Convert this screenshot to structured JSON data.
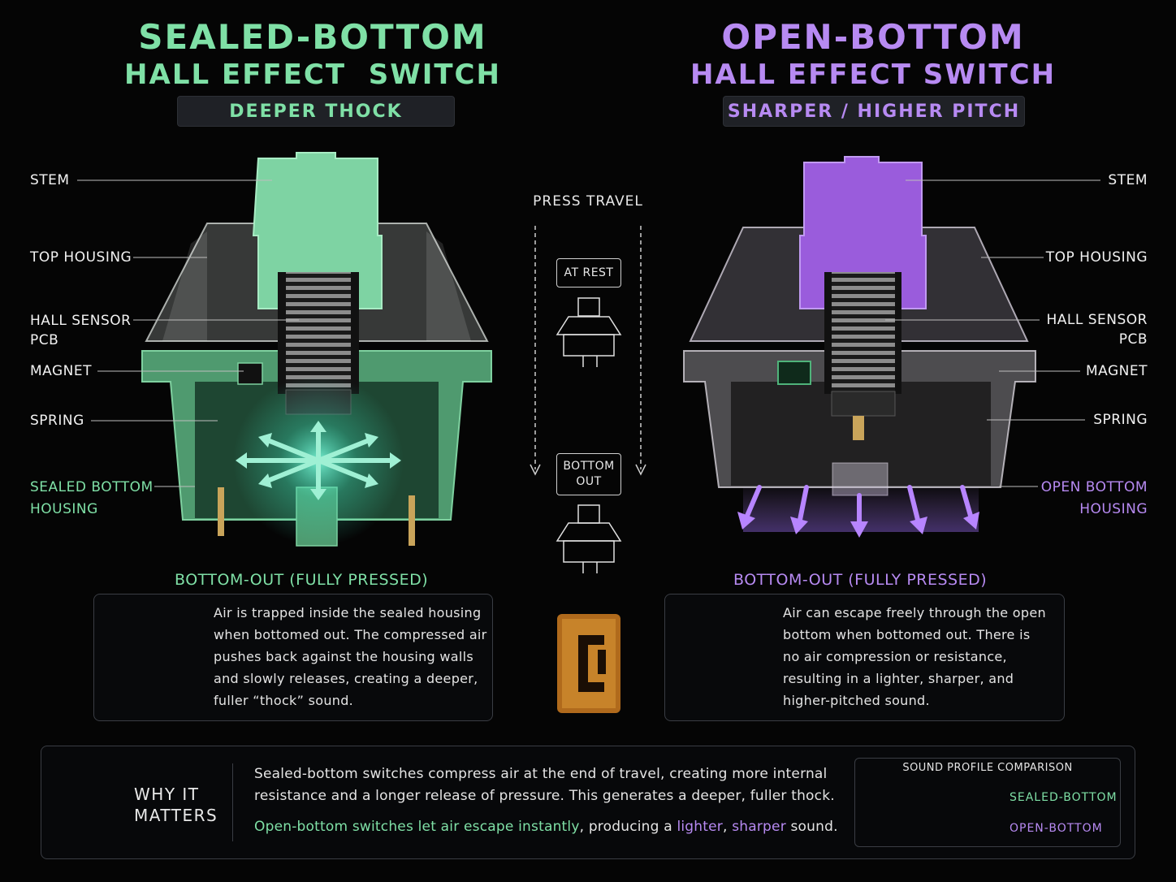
{
  "left": {
    "title_line1": "SEALED-BOTTOM",
    "title_line2": "HALL EFFECT  SWITCH",
    "tag": "DEEPER THOCK",
    "labels": {
      "stem": "STEM",
      "top_housing": "TOP HOUSING",
      "hall_sensor_1": "HALL SENSOR",
      "hall_sensor_2": "PCB",
      "magnet": "MAGNET",
      "spring": "SPRING",
      "bottom_1": "SEALED BOTTOM",
      "bottom_2": "HOUSING"
    },
    "section_heading": "BOTTOM-OUT (FULLY PRESSED)",
    "description": [
      "Air is trapped inside the sealed housing",
      "when bottomed out. The compressed air",
      "pushes back against the housing walls",
      "and slowly releases, creating a deeper,",
      "fuller “thock” sound."
    ]
  },
  "right": {
    "title_line1": "OPEN-BOTTOM",
    "title_line2": "HALL EFFECT SWITCH",
    "tag": "SHARPER / HIGHER PITCH",
    "labels": {
      "stem": "STEM",
      "top_housing": "TOP HOUSING",
      "hall_sensor_1": "HALL SENSOR",
      "hall_sensor_2": "PCB",
      "magnet": "MAGNET",
      "spring": "SPRING",
      "bottom_1": "OPEN BOTTOM",
      "bottom_2": "HOUSING"
    },
    "section_heading": "BOTTOM-OUT (FULLY PRESSED)",
    "description": [
      "Air can escape freely through the open",
      "bottom when bottomed out. There is",
      "no air compression or resistance,",
      "resulting in a lighter, sharper, and",
      "higher-pitched sound."
    ]
  },
  "center": {
    "travel_title": "PRESS TRAVEL",
    "at_rest": "AT REST",
    "bottom_out_1": "BOTTOM",
    "bottom_out_2": "OUT"
  },
  "footer": {
    "why_1": "WHY IT",
    "why_2": "MATTERS",
    "line1": "Sealed-bottom switches compress air at the end of travel, creating more internal",
    "line2": "resistance and a longer release of pressure. This generates a deeper, fuller thock.",
    "line3_green": "Open-bottom switches let air escape instantly",
    "line3_mid1": ", producing a ",
    "line3_p1": "lighter",
    "line3_mid2": ", ",
    "line3_p2": "sharper",
    "line3_end": " sound.",
    "sound_title": "SOUND PROFILE COMPARISON",
    "sound_sealed": "SEALED-BOTTOM",
    "sound_open": "OPEN-BOTTOM"
  },
  "colors": {
    "green": "#7fe0a6",
    "purple": "#b78af2",
    "background": "#050505"
  },
  "icons": [
    "air-burst-icon",
    "air-escape-icon",
    "waveform-icon",
    "pixel-logo-icon",
    "mini-switch-icon"
  ]
}
